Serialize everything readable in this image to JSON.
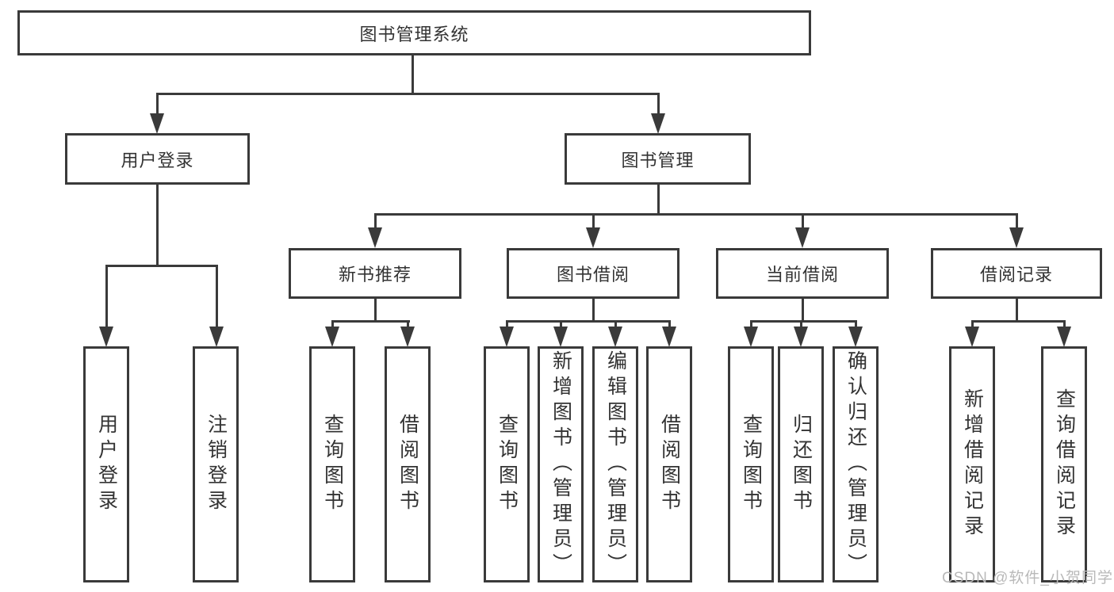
{
  "diagram": {
    "type": "hierarchy-functional-structure",
    "colors": {
      "line": "#3a3a3a",
      "text": "#333333",
      "background": "#ffffff",
      "watermark": "#b9b9b9"
    },
    "watermark": "CSDN @软件_小贺同学",
    "root": {
      "label": "图书管理系统",
      "children": [
        {
          "label": "用户登录",
          "children": [
            {
              "label": "用户登录"
            },
            {
              "label": "注销登录"
            }
          ]
        },
        {
          "label": "图书管理",
          "children": [
            {
              "label": "新书推荐",
              "children": [
                {
                  "label": "查询图书"
                },
                {
                  "label": "借阅图书"
                }
              ]
            },
            {
              "label": "图书借阅",
              "children": [
                {
                  "label": "查询图书"
                },
                {
                  "label": "新增图书（管理员）"
                },
                {
                  "label": "编辑图书（管理员）"
                },
                {
                  "label": "借阅图书"
                }
              ]
            },
            {
              "label": "当前借阅",
              "children": [
                {
                  "label": "查询图书"
                },
                {
                  "label": "归还图书"
                },
                {
                  "label": "确认归还（管理员）"
                }
              ]
            },
            {
              "label": "借阅记录",
              "children": [
                {
                  "label": "新增借阅记录"
                },
                {
                  "label": "查询借阅记录"
                }
              ]
            }
          ]
        }
      ]
    }
  }
}
